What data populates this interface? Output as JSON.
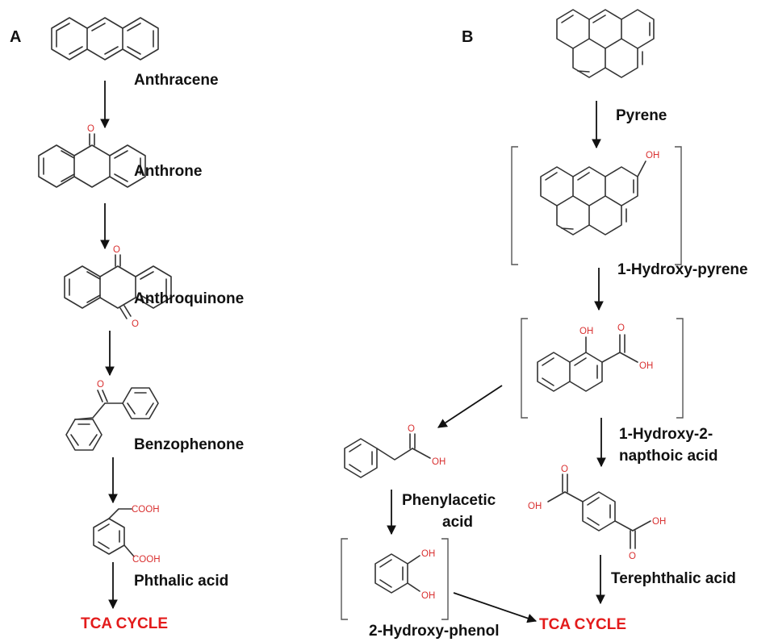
{
  "panels": {
    "a": "A",
    "b": "B"
  },
  "pathway_a": {
    "anthracene": "Anthracene",
    "anthrone": "Anthrone",
    "anthroquinone": "Anthroquinone",
    "benzophenone": "Benzophenone",
    "phthalic_acid": "Phthalic acid",
    "tca": "TCA CYCLE"
  },
  "pathway_b": {
    "pyrene": "Pyrene",
    "hydroxy_pyrene": "1-Hydroxy-pyrene",
    "naphthoic_line1": "1-Hydroxy-2-",
    "naphthoic_line2": "napthoic acid",
    "phenylacetic_line1": "Phenylacetic",
    "phenylacetic_line2": "acid",
    "hydroxyphenol": "2-Hydroxy-phenol",
    "terephthalic": "Terephthalic acid",
    "tca": "TCA CYCLE"
  },
  "atoms": {
    "o": "O",
    "oh": "OH",
    "cooh": "COOH"
  }
}
